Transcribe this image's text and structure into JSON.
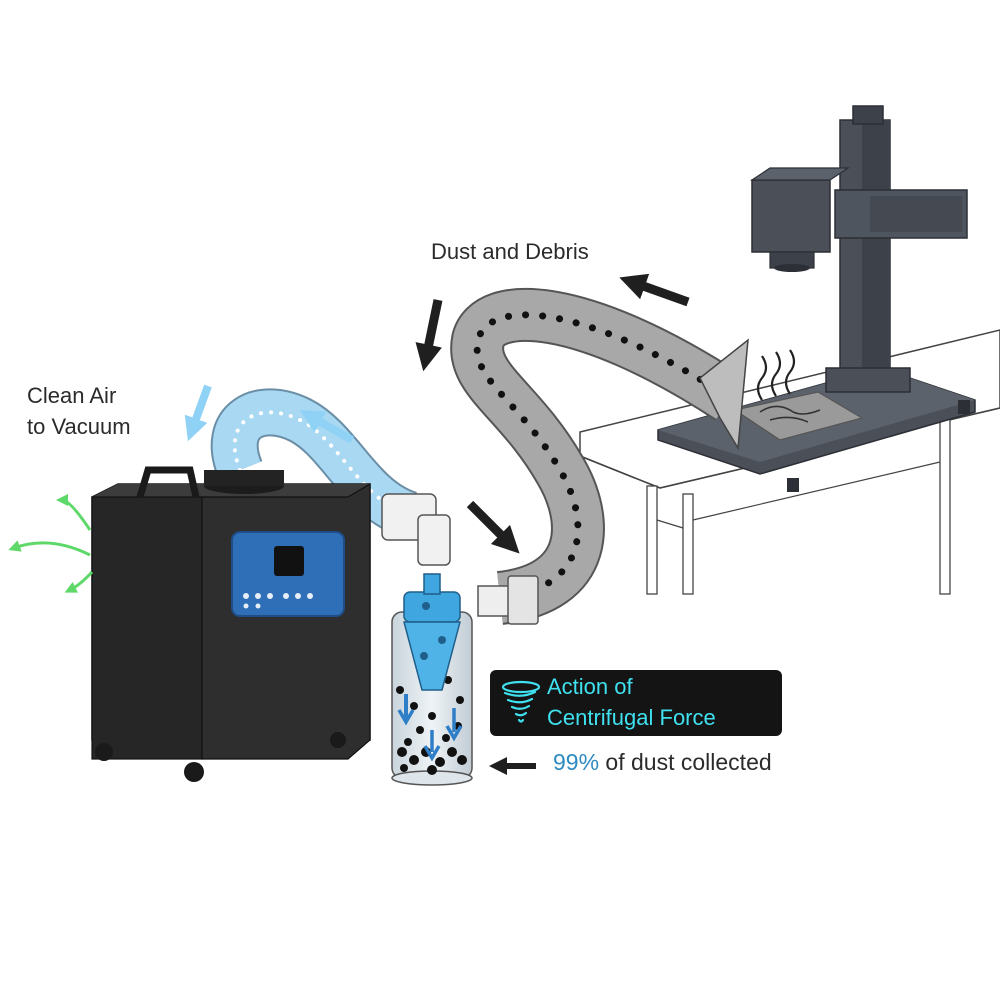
{
  "labels": {
    "clean_air_line1": "Clean Air",
    "clean_air_line2": "to Vacuum",
    "dust_debris": "Dust and Debris",
    "centrifugal_line1": "Action of",
    "centrifugal_line2": "Centrifugal Force",
    "collected_percent": "99%",
    "collected_rest": " of dust collected"
  },
  "icons": {
    "badge": "tornado-icon",
    "flow": "arrow-icon"
  },
  "colors": {
    "clean_air_arrow": "#8fd2f5",
    "dust_arrow": "#1f1f1f",
    "exhaust_arrow": "#5fd86a",
    "clean_hose": "#a9d8f2",
    "dust_hose": "#a8a8a8",
    "cyclone": "#3fa6e0",
    "machine_body": "#2a2a2a",
    "control_panel": "#2f6fb8",
    "badge_bg": "#141414",
    "badge_text": "#3fe0ef",
    "percent_text": "#2e8bc0"
  }
}
